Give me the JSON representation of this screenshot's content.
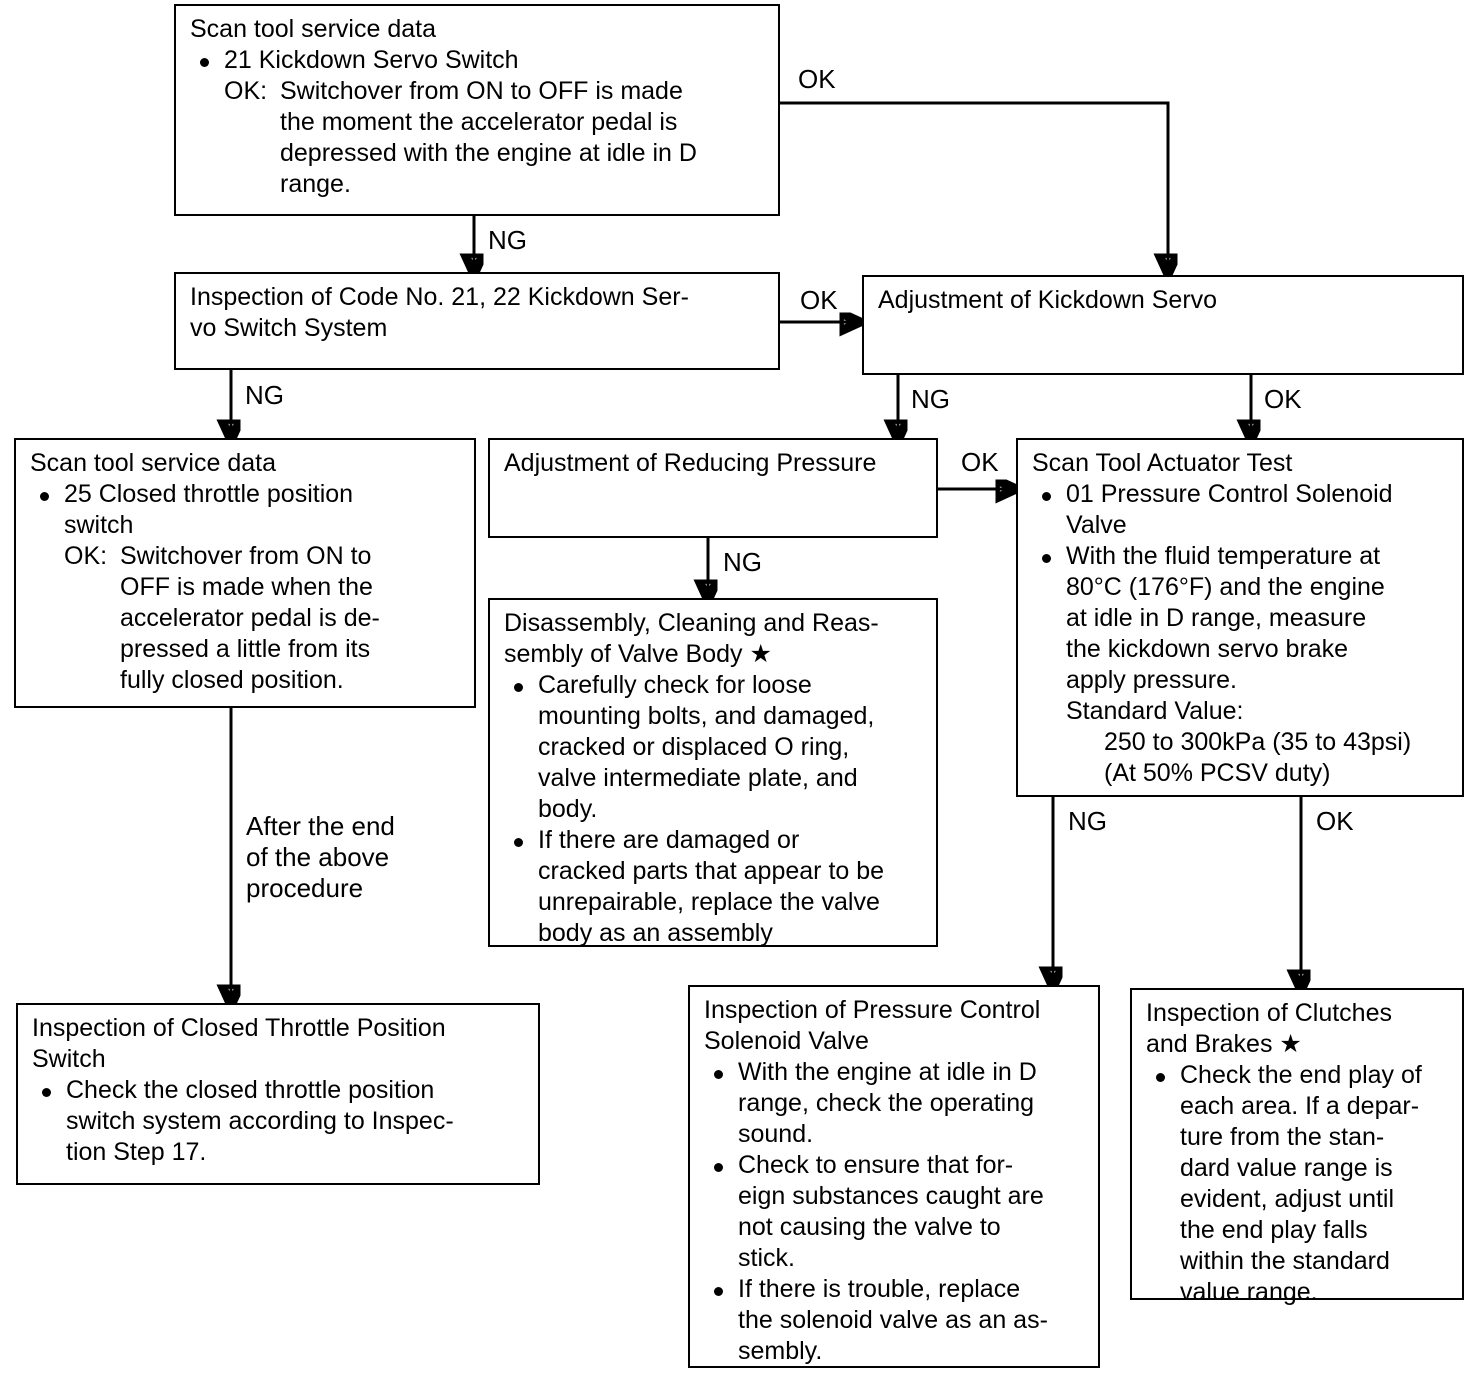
{
  "diagram": {
    "title": "Kickdown Servo / Pressure Control Troubleshooting Flowchart",
    "nodes": {
      "scan_tool_service_data_21": {
        "heading": "Scan tool service data",
        "bullet": "21 Kickdown Servo Switch",
        "ok_label": "OK:",
        "ok_text": "Switchover from ON to OFF is made\nthe moment the accelerator pedal is\ndepressed with the engine at idle in D\nrange."
      },
      "inspection_code_21_22": {
        "heading": "Inspection of Code No. 21, 22 Kickdown Ser-\nvo Switch System"
      },
      "adjustment_kickdown_servo": {
        "heading": "Adjustment of Kickdown Servo"
      },
      "scan_tool_service_data_25": {
        "heading": "Scan tool service data",
        "bullet": "25 Closed throttle position\nswitch",
        "ok_label": "OK:",
        "ok_text": "Switchover from ON to\nOFF is made when the\naccelerator pedal is de-\npressed a little from its\nfully closed position."
      },
      "adjustment_reducing_pressure": {
        "heading": "Adjustment of Reducing Pressure"
      },
      "scan_tool_actuator_test": {
        "heading": "Scan Tool Actuator Test",
        "bullets": [
          "01 Pressure Control Solenoid\nValve",
          "With the fluid temperature at\n80°C (176°F) and the engine\nat idle in D range, measure\nthe kickdown servo brake\napply pressure."
        ],
        "standard_value_label": "Standard Value:",
        "standard_value_line1": "250 to 300kPa (35 to 43psi)",
        "standard_value_line2": "(At 50% PCSV duty)"
      },
      "disassembly_valve_body": {
        "heading": "Disassembly, Cleaning and Reas-\nsembly of Valve Body ★",
        "bullets": [
          "Carefully check for loose\nmounting bolts, and damaged,\ncracked or displaced O ring,\nvalve intermediate plate, and\nbody.",
          "If there are damaged or\ncracked parts that appear to be\nunrepairable, replace the valve\nbody as an assembly"
        ]
      },
      "inspection_closed_throttle_switch": {
        "heading": "Inspection of Closed Throttle Position\nSwitch",
        "bullets": [
          "Check the closed throttle position\nswitch system according to Inspec-\ntion Step 17."
        ]
      },
      "inspection_pressure_control_solenoid": {
        "heading": "Inspection of Pressure Control\nSolenoid Valve",
        "bullets": [
          "With the engine at idle in D\nrange, check the operating\nsound.",
          "Check to ensure that for-\neign substances caught are\nnot causing the valve to\nstick.",
          "If there is trouble, replace\nthe solenoid valve as an as-\nsembly."
        ]
      },
      "inspection_clutches_brakes": {
        "heading": "Inspection of Clutches\nand Brakes ★",
        "bullets": [
          "Check the end play of\neach area. If a depar-\nture from the stan-\ndard value range is\nevident, adjust until\nthe end play falls\nwithin the standard\nvalue range."
        ]
      }
    },
    "edge_labels": {
      "ok_top_right": "OK",
      "ng_box1_down": "NG",
      "ok_code_to_adjustment": "OK",
      "ng_code_down": "NG",
      "ng_adjustment_down": "NG",
      "ok_adjustment_down": "OK",
      "ok_reducing_to_actuator": "OK",
      "ng_reducing_down": "NG",
      "after_end_of_procedure": "After the end\nof the above\nprocedure",
      "ng_actuator_down": "NG",
      "ok_actuator_down": "OK"
    },
    "colors": {
      "ink": "#000000",
      "paper": "#ffffff"
    }
  }
}
